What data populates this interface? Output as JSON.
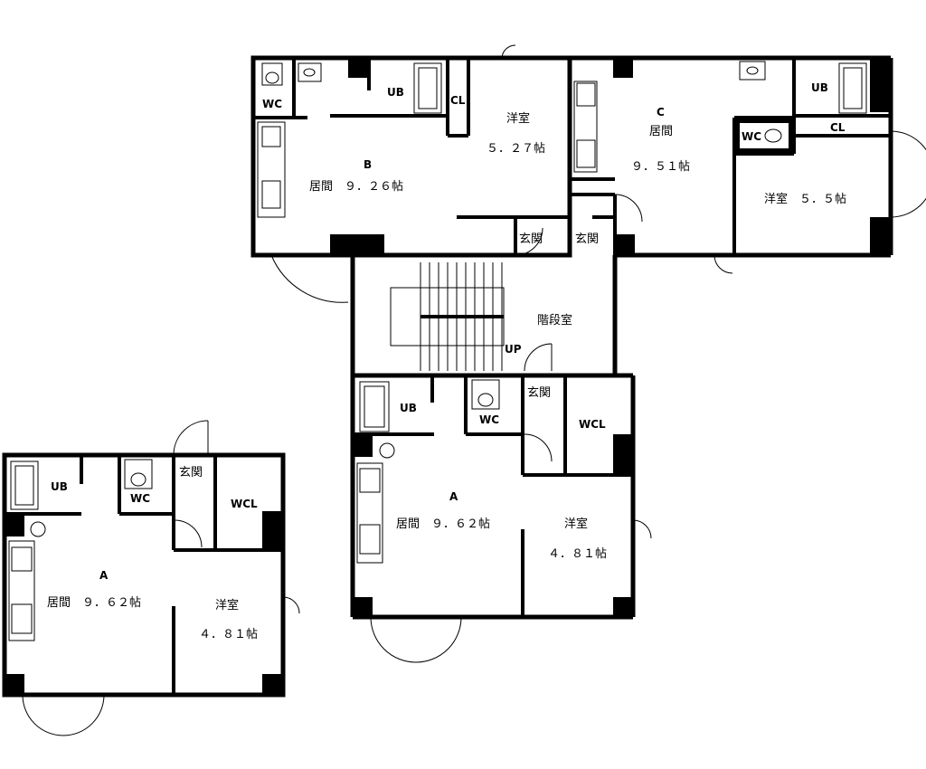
{
  "unit_a_left": {
    "unit": "A",
    "ub": "UB",
    "wc": "WC",
    "genkan": "玄関",
    "wcl": "WCL",
    "living": "居間　９．６２帖",
    "western": "洋室",
    "western_size": "４．８１帖"
  },
  "unit_a_main": {
    "unit": "A",
    "ub": "UB",
    "wc": "WC",
    "genkan": "玄関",
    "wcl": "WCL",
    "living": "居間　９．６２帖",
    "western": "洋室",
    "western_size": "４．８１帖"
  },
  "unit_b": {
    "unit": "B",
    "wc": "WC",
    "ub": "UB",
    "cl": "CL",
    "western": "洋室",
    "western_size": "５．２７帖",
    "living": "居間　９．２６帖",
    "genkan": "玄関"
  },
  "unit_c": {
    "unit": "C",
    "ub": "UB",
    "wc": "WC",
    "cl": "CL",
    "living_label": "居間",
    "living_size": "９．５１帖",
    "western": "洋室　５．５帖",
    "genkan": "玄関"
  },
  "stairwell": {
    "label": "階段室",
    "up": "UP"
  }
}
